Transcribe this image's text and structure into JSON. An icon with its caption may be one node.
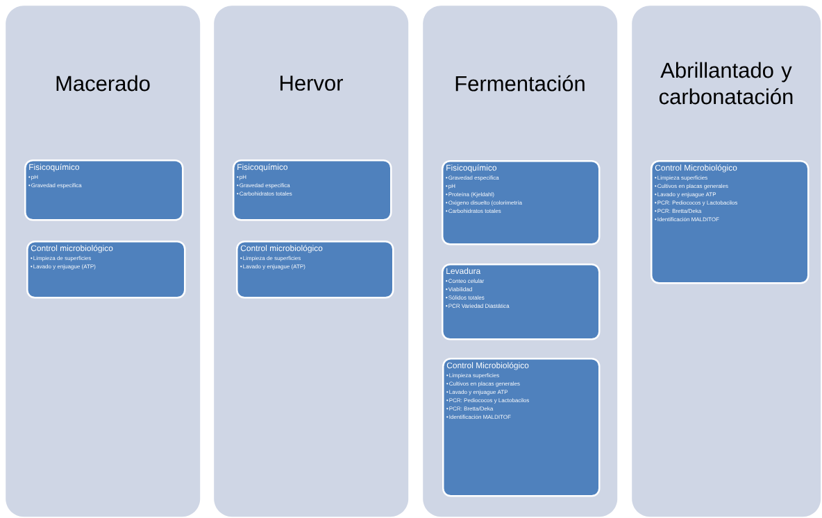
{
  "diagram": {
    "nodes": [
      {
        "text": [
          "Macerado"
        ]
      },
      {
        "text": [
          "Fisicoquímico",
          "pH",
          "Gravedad especifica"
        ],
        "in": 0
      },
      {
        "text": [
          "Control microbiológico",
          "Limpieza de superficies",
          "Lavado y enjuague (ATP)"
        ],
        "in": 0
      },
      {
        "text": [
          "Hervor"
        ]
      },
      {
        "text": [
          "Fisicoquímico",
          "pH",
          "Gravedad especifica",
          "Carbohidratos totales"
        ],
        "in": 3
      },
      {
        "text": [
          "Control microbiológico",
          "Limpieza de superficies",
          "Lavado y enjuague (ATP)"
        ],
        "in": 3
      },
      {
        "text": [
          "Fermentación"
        ]
      },
      {
        "text": [
          "Fisicoquímico",
          "Gravedad especifica",
          "pH",
          "Proteína (Kjeldahl)",
          "Oxigeno disuelto (colorimetría",
          "Carbohidratos totales"
        ],
        "in": 6
      },
      {
        "text": [
          "Levadura",
          "Conteo celular",
          "Viabilidad",
          "Sólidos totales",
          "PCR Variedad Diastática"
        ],
        "in": 6
      },
      {
        "text": [
          "Control Microbiológico",
          "Limpieza superficies",
          "Cultivos en placas generales",
          "Lavado y enjuague ATP",
          "PCR: Pediococos y Lactobacilos",
          "PCR: Bretta/Deka",
          "Identificación MALDITOF"
        ],
        "in": 6
      },
      {
        "text": [
          "Abrillantado y carbonatación"
        ]
      },
      {
        "text": [
          "Control Microbiológico",
          "Limpieza superficies",
          "Cultivos en placas generales",
          "Lavado y enjuague ATP",
          "PCR: Pediococos y Lactobacilos",
          "PCR: Bretta/Deka",
          "Identificación MALDITOF"
        ],
        "in": 10
      }
    ]
  }
}
